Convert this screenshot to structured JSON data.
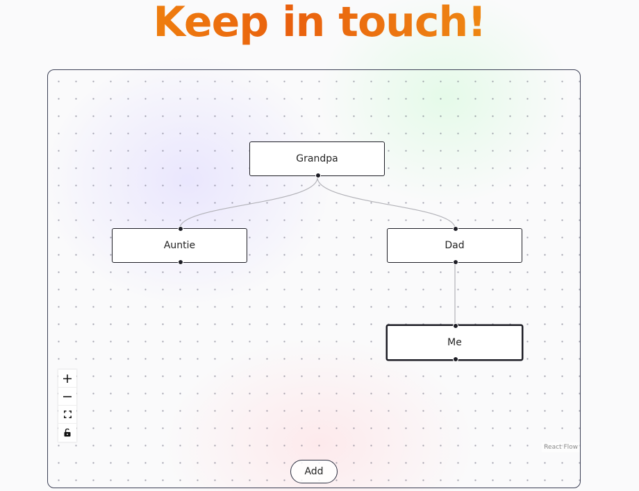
{
  "page": {
    "title": "Keep in touch!"
  },
  "flow": {
    "nodes": [
      {
        "id": "grandpa",
        "label": "Grandpa"
      },
      {
        "id": "auntie",
        "label": "Auntie"
      },
      {
        "id": "dad",
        "label": "Dad"
      },
      {
        "id": "me",
        "label": "Me"
      }
    ],
    "edges": [
      {
        "from": "grandpa",
        "to": "auntie"
      },
      {
        "from": "grandpa",
        "to": "dad"
      },
      {
        "from": "dad",
        "to": "me"
      }
    ],
    "selected_node": "me",
    "controls": [
      {
        "action": "zoom-in",
        "icon": "plus-icon"
      },
      {
        "action": "zoom-out",
        "icon": "minus-icon"
      },
      {
        "action": "fit-view",
        "icon": "fit-view-icon"
      },
      {
        "action": "toggle-interactivity",
        "icon": "lock-icon"
      }
    ],
    "attribution": "React Flow"
  },
  "actions": {
    "add_label": "Add"
  },
  "colors": {
    "title_gradient": [
      "#f5a00f",
      "#e9600e",
      "#f2a516"
    ],
    "node_border": "#1c1c24",
    "edge": "#b1b1b7",
    "frame_border": "#3b3f55"
  }
}
